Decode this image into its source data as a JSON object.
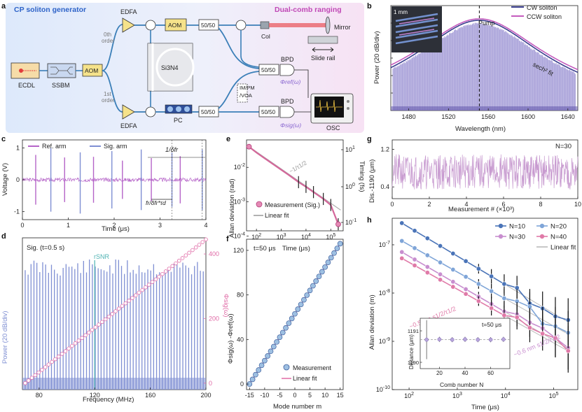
{
  "panels": {
    "a": {
      "label": "a",
      "left_title": "CP soliton generator",
      "right_title": "Dual-comb ranging",
      "components": {
        "ecdl": "ECDL",
        "ssbm": "SSBM",
        "aom1": "AOM",
        "aom2": "AOM",
        "edfa_top": "EDFA",
        "edfa_bottom": "EDFA",
        "order0": "0th",
        "order0b": "order",
        "order1": "1st",
        "order1b": "order",
        "chip": "Si3N4",
        "pc": "PC",
        "coupler1": "50/50",
        "coupler2": "50/50",
        "coupler3": "50/50",
        "coupler4": "50/50",
        "col": "Col",
        "mirror": "Mirror",
        "slide_rail": "Slide rail",
        "bpd1": "BPD",
        "bpd2": "BPD",
        "imvoa1": "IM/PM",
        "imvoa2": "/VOA",
        "phi_ref": "Φref(ω)",
        "phi_sig": "Φsig(ω)",
        "osc": "OSC"
      }
    },
    "b": {
      "label": "b",
      "scale_bar": "1 mm",
      "pump": "Pump",
      "fit": "sech² fit",
      "chart_data": {
        "type": "line",
        "xlabel": "Wavelength (nm)",
        "ylabel": "Power (20 dB/div)",
        "x_ticks": [
          1480,
          1520,
          1560,
          1600,
          1640
        ],
        "xlim": [
          1462,
          1650
        ],
        "pump_nm": 1551,
        "series": [
          {
            "name": "CW soliton",
            "color": "#3b3f8f"
          },
          {
            "name": "CCW soliton",
            "color": "#c45bbd"
          }
        ]
      }
    },
    "c": {
      "label": "c",
      "chart_data": {
        "type": "line",
        "xlabel": "Time (μs)",
        "ylabel": "Voltage (V)",
        "x_ticks": [
          0,
          1,
          2,
          3,
          4
        ],
        "y_ticks": [
          -1,
          0,
          1
        ],
        "xlim": [
          0,
          4
        ],
        "ylim": [
          -1.25,
          1.25
        ],
        "ref_pulse_times": [
          0.29,
          0.92,
          1.55,
          2.18,
          2.81,
          3.44
        ],
        "sig_pulse_times": [
          0.62,
          1.26,
          1.95,
          2.59,
          3.26,
          3.92
        ],
        "series": [
          {
            "name": "Ref. arm",
            "color": "#b564c8"
          },
          {
            "name": "Sig. arm",
            "color": "#7f8fd3"
          }
        ],
        "annotations": [
          "1/δfr",
          "fr/δfr*τd"
        ]
      }
    },
    "d": {
      "label": "d",
      "title": "Sig. (t=0.5 s)",
      "rsnr": "rSNR",
      "chart_data": {
        "type": "bar",
        "xlabel": "Frequency (MHz)",
        "ylabel_left": "Power (20 dB/div)",
        "ylabel_right": "Φsig(ω)",
        "x_ticks": [
          80,
          120,
          160,
          200
        ],
        "xlim": [
          68,
          200
        ],
        "right_ticks": [
          0,
          200,
          400
        ],
        "right_ylim": [
          -20,
          450
        ],
        "phase_x0": 70,
        "phase_x1": 200,
        "phase_y0": 0,
        "phase_y1": 445
      }
    },
    "e": {
      "label": "e",
      "slope": "~1/τ1/2",
      "chart_data": {
        "type": "line",
        "xlabel": "Time (μs)",
        "ylabel_left": "Allan deviation (rad)",
        "ylabel_right": "Timing (fs)",
        "x_ticks": [
          "10^2",
          "10^3",
          "10^4",
          "10^5"
        ],
        "y_ticks": [
          "10^-4",
          "10^-3",
          "10^-2"
        ],
        "right_ticks": [
          "10^-1",
          "10^0",
          "10^1"
        ],
        "xlog": [
          1.6,
          5.5
        ],
        "ylog": [
          -3.85,
          -1.2
        ],
        "series": [
          {
            "name": "Measurement (Sig.)",
            "color": "#d4679a",
            "tau": [
              50,
              100,
              200,
              500,
              1000,
              2000,
              5000,
              10000,
              20000,
              50000,
              100000,
              200000
            ],
            "adev": [
              0.04,
              0.027,
              0.019,
              0.012,
              0.0085,
              0.006,
              0.0037,
              0.0027,
              0.0019,
              0.0012,
              0.0008,
              0.00022
            ]
          },
          {
            "name": "Linear fit",
            "color": "#999999"
          }
        ]
      }
    },
    "f": {
      "label": "f",
      "title": "t=50 μs",
      "chart_data": {
        "type": "scatter",
        "xlabel": "Mode number m",
        "ylabel": "Φsig(ω) -Φref(ω)",
        "x_ticks": [
          -15,
          -10,
          -5,
          0,
          5,
          10,
          15
        ],
        "y_ticks": [
          0,
          40,
          80,
          120
        ],
        "xlim": [
          -16,
          16
        ],
        "ylim": [
          -5,
          130
        ],
        "m_start": -15,
        "m_end": 15,
        "phase_start": 0,
        "phase_end": 126,
        "series": [
          {
            "name": "Measurement",
            "color": "#9ec0e2"
          },
          {
            "name": "Linear fit",
            "color": "#e06aa6"
          }
        ]
      }
    },
    "g": {
      "label": "g",
      "n_label": "N=30",
      "chart_data": {
        "type": "line",
        "xlabel": "Measurement # (×10³)",
        "ylabel": "Dis.-1190 (μm)",
        "x_ticks": [
          0,
          2,
          4,
          6,
          8,
          10
        ],
        "y_ticks": [
          0.4,
          1.2
        ],
        "xlim": [
          0,
          10
        ],
        "ylim": [
          0.15,
          1.4
        ],
        "color": "#c89bd0"
      }
    },
    "h": {
      "label": "h",
      "slope1": "~0.5 nm s1/2/τ1/2",
      "slope2": "~0.6 nm s1/2/τ1/2",
      "inset_title": "t=50 μs",
      "chart_data": {
        "type": "line",
        "xlabel": "Time (μs)",
        "ylabel": "Allan deviation (m)",
        "x_ticks": [
          "10^2",
          "10^3",
          "10^4",
          "10^5"
        ],
        "y_ticks": [
          "10^-10",
          "10^-9",
          "10^-8",
          "10^-7"
        ],
        "xlog": [
          1.65,
          5.5
        ],
        "ylog": [
          -10,
          -6.45
        ],
        "series": [
          {
            "name": "N=10",
            "color": "#4a74b8",
            "start": -6.55,
            "end": -8.6
          },
          {
            "name": "N=20",
            "color": "#7fa5d8",
            "start": -6.92,
            "end": -8.85
          },
          {
            "name": "N=30",
            "color": "#c88ecf",
            "start": -7.15,
            "end": -9.15
          },
          {
            "name": "N=40",
            "color": "#e07aa8",
            "start": -7.28,
            "end": -9.2
          },
          {
            "name": "Linear fit",
            "color": "#bbbbbb"
          }
        ],
        "inset": {
          "xlabel": "Comb number N",
          "ylabel": "Distance (μm)",
          "x_ticks": [
            20,
            40,
            60
          ],
          "y_ticks": [
            1190,
            1191
          ],
          "N": [
            10,
            20,
            30,
            40,
            50,
            60,
            70
          ],
          "distance": [
            1190.72,
            1190.73,
            1190.72,
            1190.73,
            1190.72,
            1190.72,
            1190.73
          ]
        }
      }
    }
  }
}
